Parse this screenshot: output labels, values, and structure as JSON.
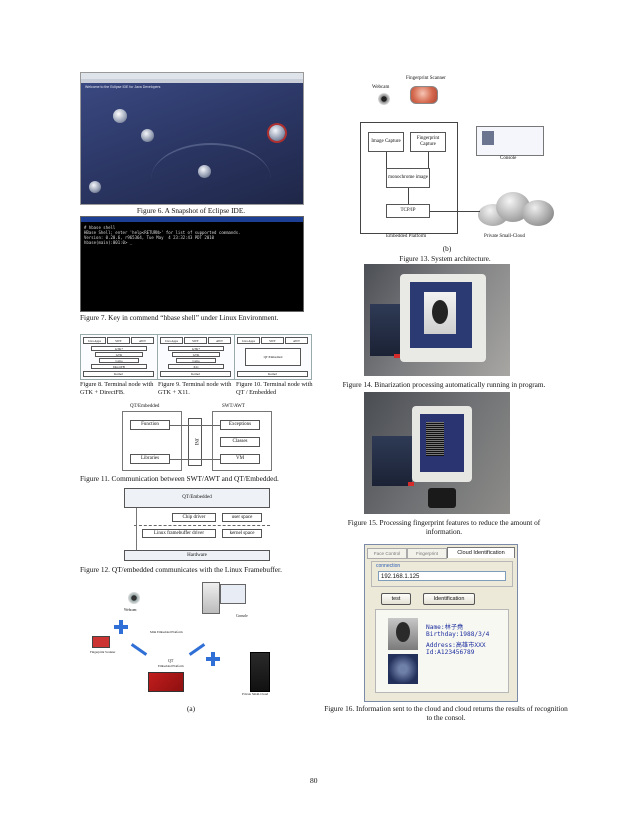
{
  "left": {
    "fig6": {
      "caption": "Figure 6. A Snapshot of Eclipse IDE.",
      "welcome": "Welcome to the Eclipse IDE for Java Developers"
    },
    "fig7": {
      "caption": "Figure 7. Key in commend “hbase shell” under Linux Environment.",
      "terminal_lines": [
        "# hbase shell",
        "HBase Shell; enter 'help<RETURN>' for list of supported commands.",
        "Version: 0.20.6, r965364, Tue May  4 23:32:43 PDT 2010",
        "hbase(main):001:0> _"
      ]
    },
    "fig8": {
      "caption": "Figure 8. Terminal node with GTK + DirectFB.",
      "labels": [
        "Java Apps",
        "SWT",
        "AWT",
        "GTK+",
        "GTK",
        "Cairo",
        "DirectFB",
        "Kernel"
      ]
    },
    "fig9": {
      "caption": "Figure 9. Terminal node with GTK + X11.",
      "labels": [
        "Java Apps",
        "SWT",
        "AWT",
        "GTK+",
        "GTK",
        "Cairo",
        "X11",
        "Kernel"
      ]
    },
    "fig10": {
      "caption": "Figure 10. Terminal node with QT / Embedded",
      "labels": [
        "Java Apps",
        "SWT",
        "AWT",
        "QT/Embedded",
        "Kernel"
      ]
    },
    "fig11": {
      "caption": "Figure 11. Communication between SWT/AWT and QT/Embedded.",
      "qt_title": "QT/Embedded",
      "swt_title": "SWT/AWT",
      "jni": "JNI",
      "qt_boxes": [
        "Function",
        "Libraries"
      ],
      "swt_boxes": [
        "Exceptions",
        "Classes",
        "VM"
      ]
    },
    "fig12": {
      "caption": "Figure 12. QT/embedded communicates with the Linux Framebuffer.",
      "qt": "QT/Embedded",
      "chip": "Chip driver",
      "user": "user space",
      "fb": "Linux framebuffer driver",
      "kernel": "kernel space",
      "hw": "Hardware"
    },
    "fig13a": {
      "sub": "(a)",
      "webcam": "Webcam",
      "scanner": "Fingerprint Scanner",
      "console": "Console",
      "qt": "QT",
      "platform": "Embedded Platform",
      "cloud": "Private Small-Cloud",
      "editor": "Mini Embedded Platform"
    }
  },
  "right": {
    "fig13b": {
      "caption": "Figure 13. System architecture.",
      "sub": "(b)",
      "scanner": "Fingerprint Scanner",
      "webcam": "Webcam",
      "image_capture": "Image Capture",
      "fp_capture": "Fingerprint Capture",
      "mono": "monochrome image",
      "tcp": "TCP/IP",
      "platform": "Embedded Platform",
      "console": "Console",
      "cloud": "Private Small-Cloud"
    },
    "fig14": {
      "caption": "Figure 14. Binarization processing automatically running in program."
    },
    "fig15": {
      "caption": "Figure 15. Processing fingerprint features to reduce the amount of information."
    },
    "fig16": {
      "caption": "Figure 16. Information sent to the cloud and cloud returns the results of recognition to the consol.",
      "tab1": "Face Control",
      "tab2": "Fingerprint",
      "tab3": "Cloud Identification",
      "connection": "connection",
      "ip": "192.168.1.125",
      "test": "test",
      "identification": "Identification",
      "name": "Name:林子堯",
      "birthday": "Birthday:1988/3/4",
      "address": "Address:高雄市XXX",
      "id": "Id:A123456789"
    }
  },
  "page_number": "80"
}
